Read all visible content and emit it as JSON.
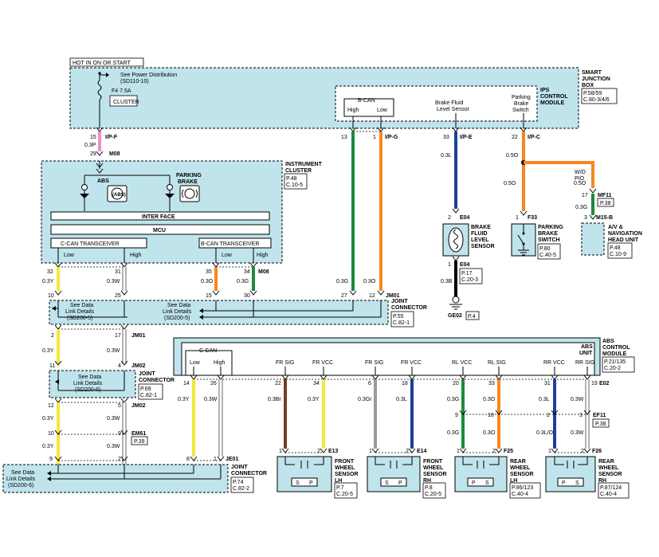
{
  "header": {
    "hot_label": "HOT IN ON OR START"
  },
  "power": {
    "see_power": "See Power Distribution",
    "see_power_ref": "(SD110-10)",
    "fuse": "F4 7.5A",
    "fuse_name": "CLUSTER"
  },
  "smart_junction_box": {
    "title_1": "SMART",
    "title_2": "JUNCTION",
    "title_3": "BOX",
    "ref_1": "P.58/59",
    "ref_2": "C.80-3/4/6"
  },
  "ips": {
    "title_1": "IPS",
    "title_2": "CONTROL",
    "title_3": "MODULE",
    "bcan": "B-CAN",
    "high": "High",
    "low": "Low",
    "brake_fluid_1": "Brake Fluid",
    "brake_fluid_2": "Level Sensor",
    "parking_1": "Parking",
    "parking_2": "Brake",
    "parking_3": "Switch"
  },
  "conn": {
    "ipf": "I/P-F",
    "ipg": "I/P-G",
    "ipe": "I/P-E",
    "ipc": "I/P-C",
    "m08": "M08",
    "m08b": "M08",
    "jm01": "JM01",
    "jm01b": "JM01",
    "jm02": "JM02",
    "jm02b": "JM02",
    "em61": "EM61",
    "e04": "E04",
    "e04b": "E04",
    "ge02": "GE02",
    "f33": "F33",
    "mf11": "MF11",
    "m15b": "M15-B",
    "e02": "E02",
    "ef11": "EF11",
    "je01": "JE01",
    "e13": "E13",
    "e14": "E14",
    "f25": "F25",
    "f26": "F26"
  },
  "pins": {
    "p15": "15",
    "p29": "29",
    "p13": "13",
    "p1g": "1",
    "p33": "33",
    "p22": "22",
    "p32": "32",
    "p31": "31",
    "p35": "35",
    "p34": "34",
    "p10": "10",
    "p25": "25",
    "p15b": "15",
    "p30": "30",
    "p27": "27",
    "p12": "12",
    "p2": "2",
    "p17": "17",
    "p11": "11",
    "p4": "4",
    "p12b": "12",
    "p5": "5",
    "p10b": "10",
    "p9": "9",
    "p9b": "9",
    "p2b": "2",
    "e04_2": "2",
    "e04_1": "1",
    "f33_1": "1",
    "mf11_17": "17",
    "m15b_3": "3",
    "abs_14": "14",
    "abs_26": "26",
    "abs_22": "22",
    "abs_34": "34",
    "abs_6": "6",
    "abs_18": "18",
    "abs_20": "20",
    "abs_33": "33",
    "abs_31": "31",
    "abs_19": "19",
    "ef_9": "9",
    "ef_10": "10",
    "ef_2": "2",
    "ef_3": "3",
    "je_8": "8",
    "je_1": "1",
    "s13_1": "1",
    "s13_2": "2",
    "s14_1": "1",
    "s14_2": "2",
    "s25_1": "1",
    "s25_2": "2",
    "s26_1": "1",
    "s26_2": "2"
  },
  "wires": {
    "w03p": "0.3P",
    "w03g_a": "0.3G",
    "w03o_a": "0.3O",
    "w03l_a": "0.3L",
    "w05o_a": "0.5O",
    "w05o_b": "0.5O",
    "w05o_c": "0.5O",
    "w03g_b": "0.3G",
    "w03b": "0.3B",
    "w03y_a": "0.3Y",
    "w03w_a": "0.3W",
    "w03o_b": "0.3O",
    "w03g_c": "0.3G",
    "w03g_d": "0.3G",
    "w03o_c": "0.3O",
    "w03y_b": "0.3Y",
    "w03w_b": "0.3W",
    "w03y_c": "0.3Y",
    "w03w_c": "0.3W",
    "w03y_d": "0.3Y",
    "w03w_d": "0.3W",
    "w03y_e": "0.3Y",
    "w03w_e": "0.3W",
    "w03br": "0.3Br",
    "w03y_f": "0.3Y",
    "w03gr": "0.3Gr",
    "w03l_b": "0.3L",
    "w03g_e": "0.3G",
    "w03o_d": "0.3O",
    "w03l_c": "0.3L",
    "w03w_f": "0.3W",
    "w03g_f": "0.3G",
    "w03o_e": "0.3O",
    "w03lo": "0.3L/O",
    "w03w_g": "0.3W",
    "wo_pio_1": "W/O",
    "wo_pio_2": "PIO"
  },
  "cluster": {
    "title_1": "INSTRUMENT",
    "title_2": "CLUSTER",
    "ref_1": "P.48",
    "ref_2": "C.10-5",
    "abs": "ABS",
    "abs_icon": "(ABS)",
    "parking_1": "PARKING",
    "parking_2": "BRAKE",
    "interface": "INTER FACE",
    "mcu": "MCU",
    "ccan": "C-CAN TRANSCEIVER",
    "bcan": "B-CAN TRANSCEIVER",
    "low": "Low",
    "high": "High",
    "low2": "Low",
    "high2": "High"
  },
  "joint1": {
    "see_1": "See Data",
    "see_2": "Link Details",
    "see_3": "(SD200-5)",
    "see_4": "See Data",
    "see_5": "Link Details",
    "see_6": "(SD200-5)",
    "title_1": "JOINT",
    "title_2": "CONNECTOR",
    "ref_1": "P.55",
    "ref_2": "C.82-1"
  },
  "joint2": {
    "see_1": "See Data",
    "see_2": "Link Details",
    "see_3": "(SD200-6)",
    "title_1": "JOINT",
    "title_2": "CONNECTOR",
    "ref_1": "P.69",
    "ref_2": "C.82-1"
  },
  "em61_ref": "P.39",
  "joint3": {
    "see_1": "See Data",
    "see_2": "Link Details",
    "see_3": "(SD200-6)",
    "title_1": "JOINT",
    "title_2": "CONNECTOR",
    "ref_1": "P.74",
    "ref_2": "C.82-2"
  },
  "brake_fluid": {
    "t1": "BRAKE",
    "t2": "FLUID",
    "t3": "LEVEL",
    "t4": "SENSOR",
    "ref_1": "P.17",
    "ref_2": "C.20-3",
    "ge02_ref": "P.4"
  },
  "parking_switch": {
    "t1": "PARKING",
    "t2": "BRAKE",
    "t3": "SWITCH",
    "ref_1": "P.80",
    "ref_2": "C.40-5"
  },
  "av_head": {
    "t1": "A/V &",
    "t2": "NAVIGATION",
    "t3": "HEAD UNIT",
    "ref_1": "P.48",
    "ref_2": "C.10-9",
    "mf11_ref": "P.38"
  },
  "abs_unit": {
    "t1": "ABS",
    "t2": "CONTROL",
    "t3": "MODULE",
    "unit_1": "ABS",
    "unit_2": "UNIT",
    "ref_1": "P.21/135",
    "ref_2": "C.20-2",
    "ccan": "C-CAN",
    "low": "Low",
    "high": "High",
    "fr_sig": "FR SIG",
    "fr_vcc": "FR VCC",
    "fr_sig2": "FR SIG",
    "fr_vcc2": "FR VCC",
    "rl_vcc": "RL VCC",
    "rl_sig": "RL SIG",
    "rr_vcc": "RR VCC",
    "rr_sig": "RR SIG",
    "ef11_ref": "P.38"
  },
  "sensors": {
    "fl_1": "FRONT",
    "fl_2": "WHEEL",
    "fl_3": "SENSOR",
    "fl_4": "LH",
    "fl_ref1": "P.7",
    "fl_ref2": "C.20-5",
    "fr_1": "FRONT",
    "fr_2": "WHEEL",
    "fr_3": "SENSOR",
    "fr_4": "RH",
    "fr_ref1": "P.8",
    "fr_ref2": "C.20-5",
    "rl_1": "REAR",
    "rl_2": "WHEEL",
    "rl_3": "SENSOR",
    "rl_4": "LH",
    "rl_ref1": "P.86/123",
    "rl_ref2": "C.40-4",
    "rr_1": "REAR",
    "rr_2": "WHEEL",
    "rr_3": "SENSOR",
    "rr_4": "RH",
    "rr_ref1": "P.87/124",
    "rr_ref2": "C.40-4",
    "s": "S",
    "p": "P",
    "p2": "P",
    "s2": "S",
    "p3": "P",
    "s3": "S",
    "s4": "S",
    "p4": "P"
  },
  "colors": {
    "box_fill": "#bfe4ec",
    "pink": "#f08cc8",
    "green": "#1e8a3a",
    "orange": "#f7861e",
    "blue": "#1d3f9c",
    "yellow": "#f2ea3a",
    "white": "#ffffff",
    "brown": "#7a3b22",
    "gray": "#9a9a9a"
  }
}
